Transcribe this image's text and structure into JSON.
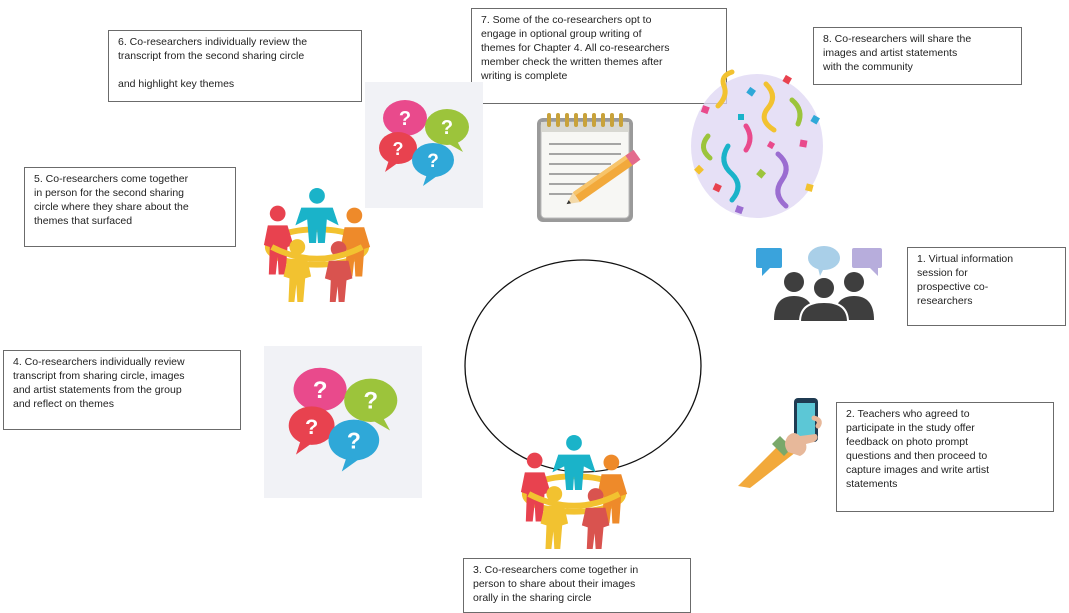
{
  "steps": [
    {
      "id": "1",
      "text": "1.   Virtual information\n      session for\n      prospective co-\n      researchers"
    },
    {
      "id": "2",
      "text": "2. Teachers who agreed to\nparticipate in the study offer\nfeedback on photo prompt\nquestions and then proceed to\ncapture images and write artist\nstatements"
    },
    {
      "id": "3",
      "text": "3. Co-researchers come together in\nperson to share about their images\norally in the sharing circle"
    },
    {
      "id": "4",
      "text": "4. Co-researchers individually review\ntranscript from sharing circle, images\nand artist statements from the group\nand reflect on themes"
    },
    {
      "id": "5",
      "text": "5. Co-researchers come together\nin person for the second sharing\ncircle where they share about the\nthemes that surfaced"
    },
    {
      "id": "6",
      "text": "6. Co-researchers individually review the\ntranscript from the second sharing circle\n\nand highlight key themes"
    },
    {
      "id": "7",
      "text": "7. Some of the co-researchers opt to\nengage in optional group writing of\nthemes for Chapter 4. All co-researchers\nmember check the written themes after\nwriting is complete"
    },
    {
      "id": "8",
      "text": "8. Co-researchers will share the\nimages and artist statements\nwith the community"
    }
  ],
  "icons": {
    "question_bubbles_glyph": "?",
    "colors": {
      "pink": "#e94a8c",
      "red": "#e8424f",
      "green": "#9cc43b",
      "blue": "#2fa8d8",
      "teal": "#1ab3c9",
      "yellow": "#f2c230",
      "orange": "#ee8a2a",
      "people_dark": "#3e3e3e",
      "bubble_blue": "#3aa3dc",
      "bubble_lightblue": "#a9cfe8",
      "bubble_lavender": "#b7addc",
      "confetti_purple": "#b9a6e0"
    }
  }
}
